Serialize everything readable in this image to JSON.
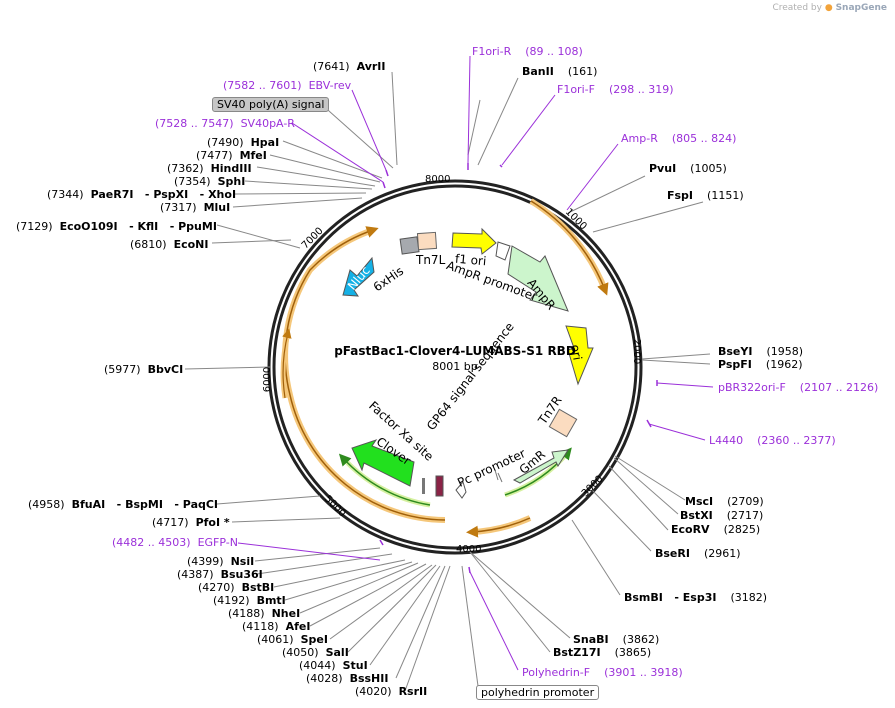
{
  "credit": {
    "prefix": "Created by",
    "brand": "SnapGene"
  },
  "plasmid": {
    "name": "pFastBac1-Clover4-LUMABS-S1 RBD",
    "length": "8001 bp"
  },
  "colors": {
    "primer": "#9b30d9",
    "ring": "#222222",
    "orf_arc": "#f5b041",
    "marker_yellow": "#ffff00",
    "ampr_green": "#ccf5cc",
    "clover_green": "#22e01e",
    "nluc_blue": "#15b1e6"
  },
  "ticks": [
    {
      "pos": 1000,
      "label": "1000"
    },
    {
      "pos": 2000,
      "label": "2000"
    },
    {
      "pos": 3000,
      "label": "3000"
    },
    {
      "pos": 4000,
      "label": "4000"
    },
    {
      "pos": 5000,
      "label": "5000"
    },
    {
      "pos": 6000,
      "label": "6000"
    },
    {
      "pos": 7000,
      "label": "7000"
    },
    {
      "pos": 8000,
      "label": "8000"
    }
  ],
  "enzymes": [
    {
      "pos": "(7641)",
      "name": "AvrII"
    },
    {
      "pos": "(161)",
      "name": "BanII"
    },
    {
      "pos": "(1005)",
      "name": "PvuI"
    },
    {
      "pos": "(1151)",
      "name": "FspI"
    },
    {
      "pos": "(1958)",
      "name": "BseYI"
    },
    {
      "pos": "(1962)",
      "name": "PspFI"
    },
    {
      "pos": "(2709)",
      "name": "MscI"
    },
    {
      "pos": "(2717)",
      "name": "BstXI"
    },
    {
      "pos": "(2825)",
      "name": "EcoRV"
    },
    {
      "pos": "(2961)",
      "name": "BseRI"
    },
    {
      "pos": "(3182)",
      "name": "BsmBI   - Esp3I"
    },
    {
      "pos": "(3862)",
      "name": "SnaBI"
    },
    {
      "pos": "(3865)",
      "name": "BstZ17I"
    },
    {
      "pos": "(7490)",
      "name": "HpaI"
    },
    {
      "pos": "(7477)",
      "name": "MfeI"
    },
    {
      "pos": "(7362)",
      "name": "HindIII"
    },
    {
      "pos": "(7354)",
      "name": "SphI"
    },
    {
      "pos": "(7344)",
      "name": "PaeR7I   - PspXI   - XhoI"
    },
    {
      "pos": "(7317)",
      "name": "MluI"
    },
    {
      "pos": "(7129)",
      "name": "EcoO109I   - KflI   - PpuMI"
    },
    {
      "pos": "(6810)",
      "name": "EcoNI"
    },
    {
      "pos": "(5977)",
      "name": "BbvCI"
    },
    {
      "pos": "(4958)",
      "name": "BfuAI   - BspMI   - PaqCI"
    },
    {
      "pos": "(4717)",
      "name": "PfoI *"
    },
    {
      "pos": "(4399)",
      "name": "NsiI"
    },
    {
      "pos": "(4387)",
      "name": "Bsu36I"
    },
    {
      "pos": "(4270)",
      "name": "BstBI"
    },
    {
      "pos": "(4192)",
      "name": "BmtI"
    },
    {
      "pos": "(4188)",
      "name": "NheI"
    },
    {
      "pos": "(4118)",
      "name": "AfeI"
    },
    {
      "pos": "(4061)",
      "name": "SpeI"
    },
    {
      "pos": "(4050)",
      "name": "SalI"
    },
    {
      "pos": "(4044)",
      "name": "StuI"
    },
    {
      "pos": "(4028)",
      "name": "BssHII"
    },
    {
      "pos": "(4020)",
      "name": "RsrII"
    }
  ],
  "primers": [
    {
      "name": "F1ori-R",
      "range": "(89 .. 108)"
    },
    {
      "name": "F1ori-F",
      "range": "(298 .. 319)"
    },
    {
      "name": "Amp-R",
      "range": "(805 .. 824)"
    },
    {
      "name": "pBR322ori-F",
      "range": "(2107 .. 2126)"
    },
    {
      "name": "L4440",
      "range": "(2360 .. 2377)"
    },
    {
      "name": "Polyhedrin-F",
      "range": "(3901 .. 3918)"
    },
    {
      "name": "EGFP-N",
      "range": "(4482 .. 4503)"
    },
    {
      "name": "EBV-rev",
      "range": "(7582 .. 7601)"
    },
    {
      "name": "SV40pA-R",
      "range": "(7528 .. 7547)"
    }
  ],
  "boxed_features": [
    {
      "name": "SV40 poly(A) signal"
    },
    {
      "name": "polyhedrin promoter"
    }
  ],
  "features": [
    {
      "name": "f1 ori"
    },
    {
      "name": "AmpR promoter"
    },
    {
      "name": "AmpR"
    },
    {
      "name": "ori"
    },
    {
      "name": "Tn7R"
    },
    {
      "name": "GmR"
    },
    {
      "name": "GP64 signal sequence"
    },
    {
      "name": "Pc promoter"
    },
    {
      "name": "Factor Xa site"
    },
    {
      "name": "Clover"
    },
    {
      "name": "Nluc"
    },
    {
      "name": "6xHis"
    },
    {
      "name": "Tn7L"
    }
  ]
}
